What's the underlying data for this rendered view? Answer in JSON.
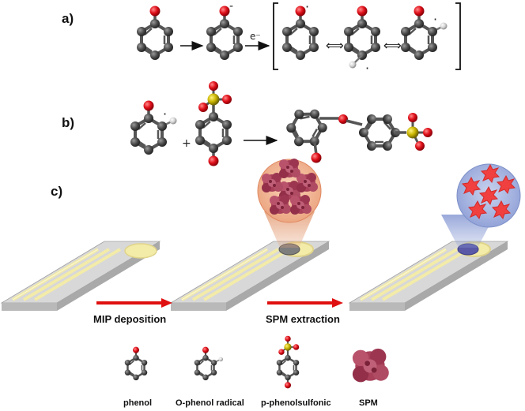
{
  "panels": {
    "a": {
      "label": "a)"
    },
    "b": {
      "label": "b)"
    },
    "c": {
      "label": "c)"
    }
  },
  "reaction_a": {
    "electron": "e⁻",
    "minus_sign": "-",
    "resonance_symbol": "⟺",
    "radical_dot": "·"
  },
  "reaction_b": {
    "plus": "+"
  },
  "process": {
    "step1_label": "MIP deposition",
    "step2_label": "SPM extraction"
  },
  "legend": [
    {
      "label": "phenol",
      "icon": "phenol-molecule"
    },
    {
      "label": "O-phenol radical",
      "icon": "o-phenol-radical-molecule"
    },
    {
      "label": "p-phenolsulfonic",
      "icon": "p-phenolsulfonic-molecule"
    },
    {
      "label": "SPM",
      "icon": "spm-protein-cluster"
    }
  ],
  "colors": {
    "carbon": "#4a4a4a",
    "oxygen": "#e0101a",
    "sulfur": "#c8b400",
    "hydrogen": "#cfcfcf",
    "arrow_red": "#e01010",
    "spm": "#a8405a",
    "cavity": "#f04040",
    "electrode_track": "#f3eba8",
    "substrate": "#cfcfcf"
  }
}
